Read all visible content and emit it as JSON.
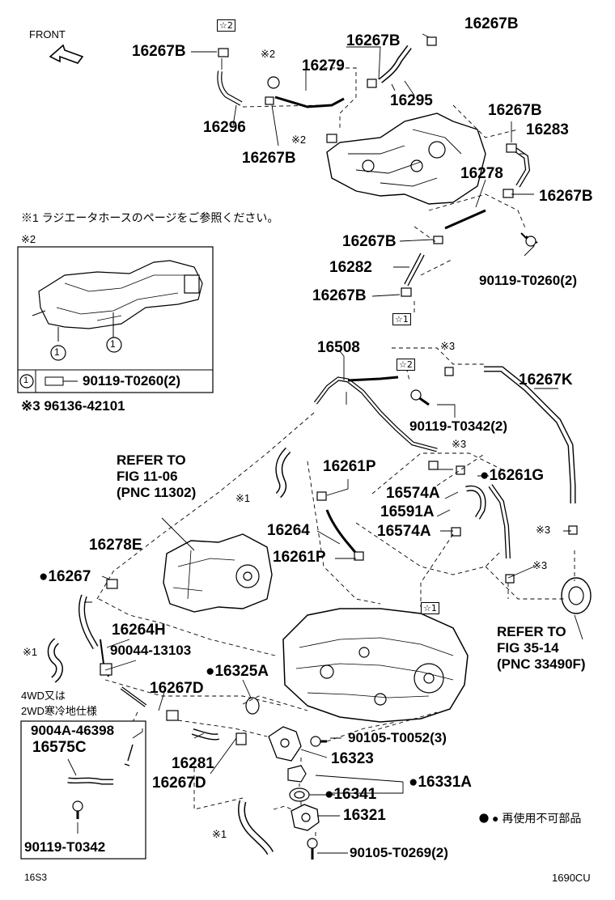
{
  "front": "FRONT",
  "tags": {
    "star1": "☆1",
    "star2": "☆2"
  },
  "labels": {
    "c_16267B_a": "16267B",
    "c_16267B_b": "16267B",
    "c_16267B_c": "16267B",
    "c_16267B_d": "16267B",
    "c_16267B_e": "16267B",
    "c_16267B_f": "16267B",
    "c_16267B_g": "16267B",
    "c_16267B_h": "16267B",
    "c_16279": "16279",
    "c_16295": "16295",
    "c_16296": "16296",
    "c_16283": "16283",
    "c_16278": "16278",
    "c_16282": "16282",
    "c_90119_T0260": "90119-T0260(2)",
    "c_16508": "16508",
    "c_16267K": "16267K",
    "c_90119_T0342_2": "90119-T0342(2)",
    "c_16261P_a": "16261P",
    "c_16261G": "●16261G",
    "c_16574A_a": "16574A",
    "c_16591A": "16591A",
    "c_16574A_b": "16574A",
    "c_16264": "16264",
    "c_16261P_b": "16261P",
    "c_16278E": "16278E",
    "c_16267": "●16267",
    "c_16264H": "16264H",
    "c_90044": "90044-13103",
    "c_16325A": "●16325A",
    "c_16267D_a": "16267D",
    "c_16281": "16281",
    "c_16267D_b": "16267D",
    "c_90105_T0052": "90105-T0052(3)",
    "c_16323": "16323",
    "c_16341": "●16341",
    "c_16331A": "●16331A",
    "c_16321": "16321",
    "c_90105_T0269": "90105-T0269(2)",
    "c_9004A": "9004A-46398",
    "c_16575C": "16575C",
    "c_90119_T0342": "90119-T0342"
  },
  "notes": {
    "note1": "※1 ラジエータホースのページをご参照ください。",
    "note2": "※2",
    "note3": "※3  96136-42101",
    "inset_part": "90119-T0260(2)",
    "inset_circle": "1",
    "refer1": [
      "REFER TO",
      "FIG 11-06",
      "(PNC 11302)"
    ],
    "refer2": [
      "REFER TO",
      "FIG 35-14",
      "(PNC 33490F)"
    ],
    "box4wd": [
      "4WD又は",
      "2WD寒冷地仕様"
    ],
    "legend": "● 再使用不可部品",
    "footer_left": "16S3",
    "footer_right": "1690CU"
  },
  "markers": {
    "m2a": "※2",
    "m2b": "※2",
    "m2c": "※2",
    "m3a": "※3",
    "m3b": "※3",
    "m3c": "※3",
    "m3d": "※3",
    "m1a": "※1",
    "m1b": "※1",
    "m1c": "※1"
  }
}
